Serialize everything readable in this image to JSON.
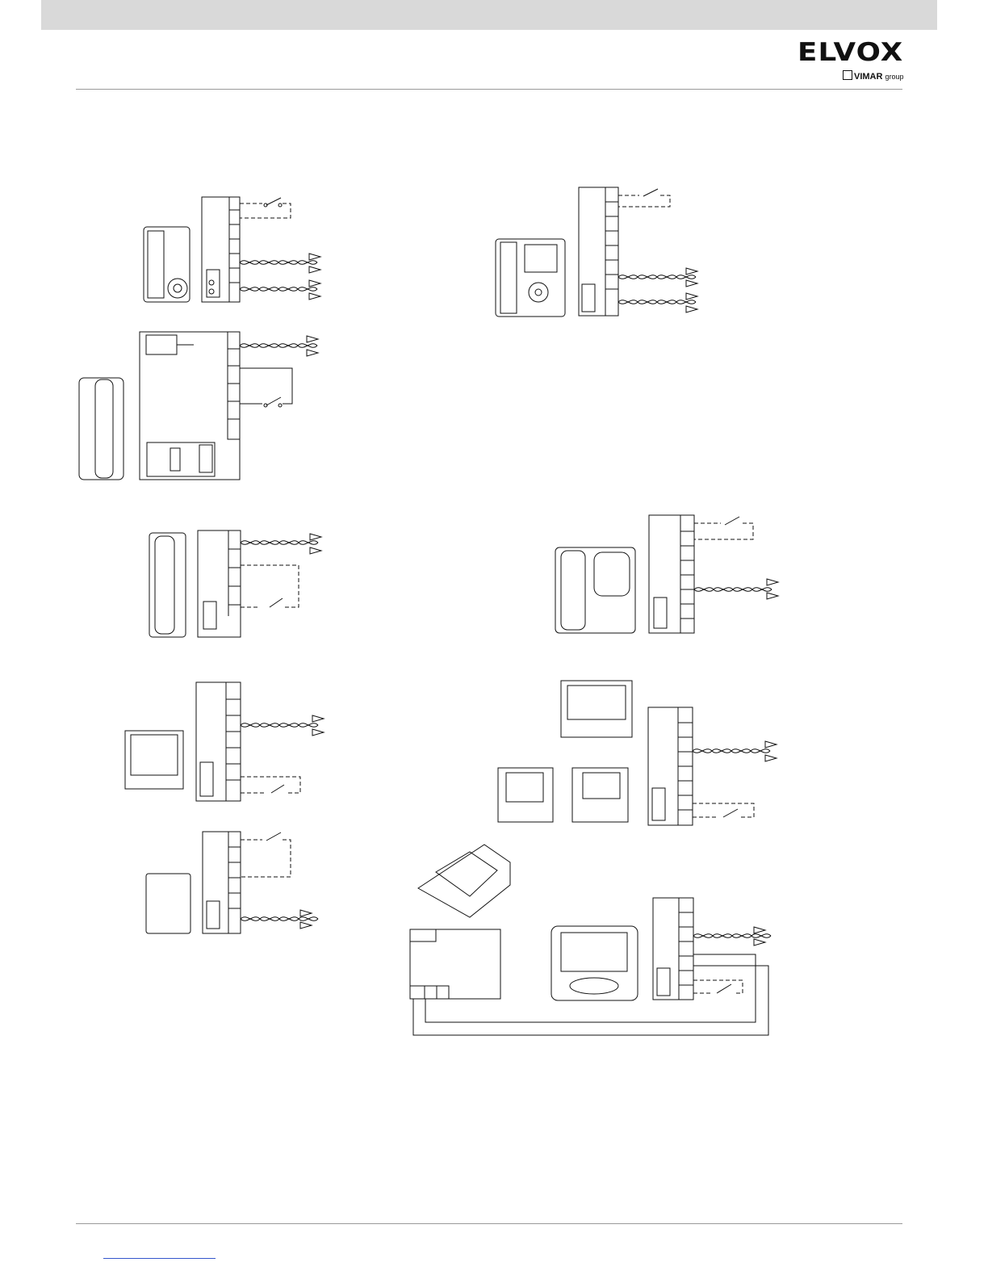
{
  "brand": {
    "logo_text": "ELVOX",
    "sub_brand": "VIMAR",
    "sub_suffix": "group"
  },
  "colors": {
    "ink": "#111111",
    "header_bar": "#d9d9d9",
    "rule": "#9a9a9a",
    "link": "#3355cc"
  },
  "icons": [
    "switch-icon",
    "terminal-block-icon",
    "twisted-pair-icon",
    "arrow-terminal-icon"
  ]
}
